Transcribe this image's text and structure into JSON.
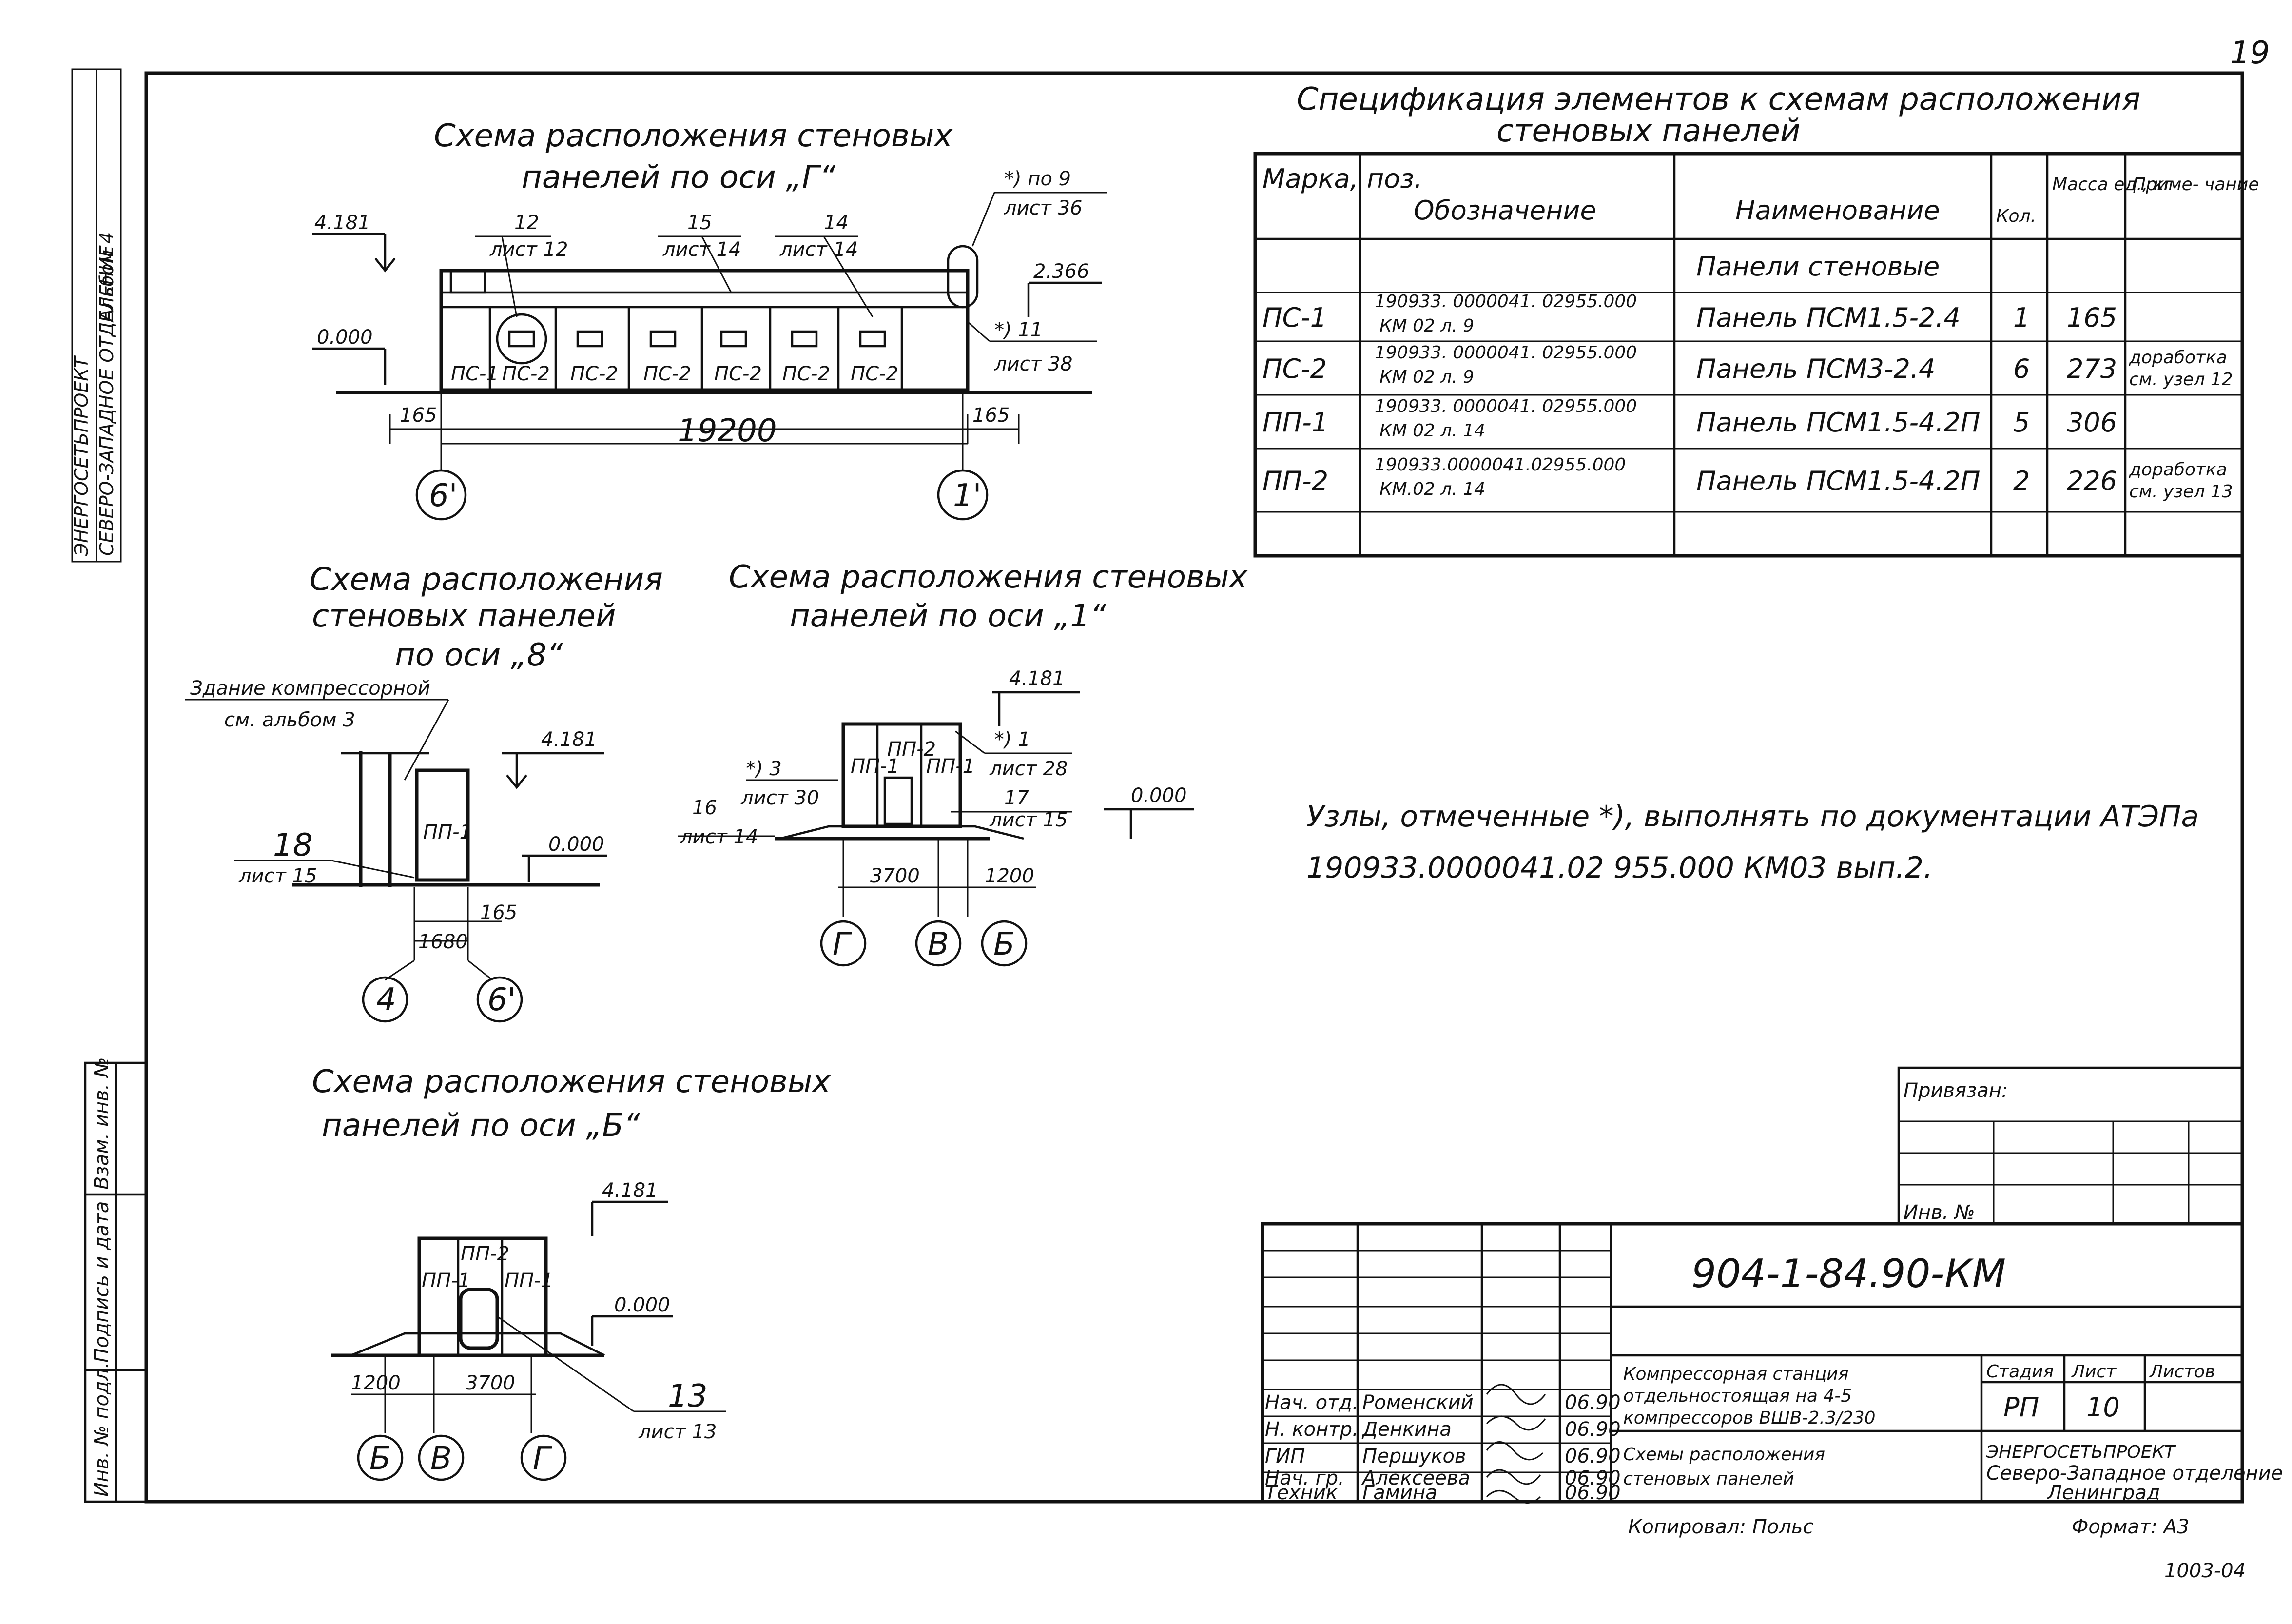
{
  "page_number": "19",
  "left_stamp": {
    "line1": "Инв. № ...",
    "line2": "...",
    "org": "ЭНЕРГОСЕТЬПРОЕКТ",
    "dept": "СЕВЕРО-ЗАПАДНОЕ ОТДЕЛЕНИЕ",
    "album": "Альбом 4"
  },
  "side_labels": {
    "inv_podl": "Инв. № подл.",
    "podpis": "Подпись и дата",
    "vzam": "Взам. инв. №"
  },
  "scheme_g": {
    "title1": "Схема расположения стеновых",
    "title2": "панелей по оси „Г“",
    "elev_top": "4.181",
    "elev_mid": "2.366",
    "elev_zero": "0.000",
    "callouts": [
      {
        "num": "12",
        "sheet": "лист 12"
      },
      {
        "num": "15",
        "sheet": "лист 14"
      },
      {
        "num": "14",
        "sheet": "лист 14"
      },
      {
        "num": "*) по 9",
        "sheet": "лист 36"
      },
      {
        "num": "*) 11",
        "sheet": "лист 38"
      }
    ],
    "panels": [
      "ПС-1",
      "ПС-2",
      "ПС-2",
      "ПС-2",
      "ПС-2",
      "ПС-2",
      "ПС-2"
    ],
    "dims": [
      "165",
      "19200",
      "165"
    ],
    "axes": [
      "6'",
      "1'"
    ]
  },
  "scheme_8": {
    "title1": "Схема расположения",
    "title2": "стеновых панелей",
    "title3": "по оси „8“",
    "building_note1": "Здание компрессорной",
    "building_note2": "см. альбом 3",
    "elev_top": "4.181",
    "elev_zero": "0.000",
    "callout": {
      "num": "18",
      "sheet": "лист 15"
    },
    "panel": "ПП-1",
    "dims": [
      "165",
      "1680"
    ],
    "axes": [
      "4",
      "6'"
    ]
  },
  "scheme_1": {
    "title1": "Схема расположения стеновых",
    "title2": "панелей по оси „1“",
    "elev_top": "4.181",
    "elev_zero": "0.000",
    "callouts": [
      {
        "num": "*) 1",
        "sheet": "лист 28"
      },
      {
        "num": "*) 3",
        "sheet": "лист 30"
      },
      {
        "num": "16",
        "sheet": "лист 14"
      },
      {
        "num": "17",
        "sheet": "лист 15"
      }
    ],
    "panels": [
      "ПП-1",
      "ПП-2",
      "ПП-1"
    ],
    "dims": [
      "3700",
      "1200"
    ],
    "axes": [
      "Г",
      "В",
      "Б"
    ]
  },
  "scheme_b": {
    "title1": "Схема расположения стеновых",
    "title2": "панелей по оси „Б“",
    "elev_top": "4.181",
    "elev_zero": "0.000",
    "callout": {
      "num": "13",
      "sheet": "лист 13"
    },
    "panels": [
      "ПП-2",
      "ПП-1",
      "ПП-1"
    ],
    "dims": [
      "1200",
      "3700"
    ],
    "axes": [
      "Б",
      "В",
      "Г"
    ]
  },
  "spec": {
    "title1": "Спецификация элементов к схемам расположения",
    "title2": "стеновых панелей",
    "headers": [
      "Марка, поз.",
      "Обозначение",
      "Наименование",
      "Кол.",
      "Масса ед., кг",
      "Приме- чание"
    ],
    "group": "Панели стеновые",
    "rows": [
      {
        "mark": "ПС-1",
        "code1": "190933. 0000041. 02955.000",
        "code2": "КМ 02 л. 9",
        "name": "Панель ПСМ1.5-2.4",
        "qty": "1",
        "mass": "165",
        "note1": "",
        "note2": ""
      },
      {
        "mark": "ПС-2",
        "code1": "190933. 0000041. 02955.000",
        "code2": "КМ 02 л. 9",
        "name": "Панель ПСМ3-2.4",
        "qty": "6",
        "mass": "273",
        "note1": "доработка",
        "note2": "см. узел 12"
      },
      {
        "mark": "ПП-1",
        "code1": "190933. 0000041. 02955.000",
        "code2": "КМ 02 л. 14",
        "name": "Панель ПСМ1.5-4.2П",
        "qty": "5",
        "mass": "306",
        "note1": "",
        "note2": ""
      },
      {
        "mark": "ПП-2",
        "code1": "190933.0000041.02955.000",
        "code2": "КМ.02 л. 14",
        "name": "Панель ПСМ1.5-4.2П",
        "qty": "2",
        "mass": "226",
        "note1": "доработка",
        "note2": "см. узел 13"
      }
    ]
  },
  "note_line1": "Узлы, отмеченные *), выполнять по документации АТЭПа",
  "note_line2": "190933.0000041.02 955.000 КМ03 вып.2.",
  "title_block": {
    "privyazan": "Привязан:",
    "inv_no": "Инв. №",
    "code": "904-1-84.90-КМ",
    "project1": "Компрессорная станция",
    "project2": "отдельностоящая на 4-5",
    "project3": "компрессоров ВШВ-2.3/230",
    "sheet_title1": "Схемы расположения",
    "sheet_title2": "стеновых панелей",
    "stage_label": "Стадия",
    "sheet_label": "Лист",
    "sheets_label": "Листов",
    "stage": "РП",
    "sheet": "10",
    "org1": "ЭНЕРГОСЕТЬПРОЕКТ",
    "org2": "Северо-Западное отделение",
    "org3": "Ленинград",
    "people": [
      {
        "role": "Нач. отд.",
        "name": "Роменский",
        "date": "06.90"
      },
      {
        "role": "Н. контр.",
        "name": "Денкина",
        "date": "06.90"
      },
      {
        "role": "ГИП",
        "name": "Першуков",
        "date": "06.90"
      },
      {
        "role": "Нач. гр.",
        "name": "Алексеева",
        "date": "06.90"
      },
      {
        "role": "Техник",
        "name": "Гамина",
        "date": "06.90"
      }
    ]
  },
  "copied": "Копировал: Польс",
  "format": "Формат: А3",
  "archive_no": "1003-04"
}
